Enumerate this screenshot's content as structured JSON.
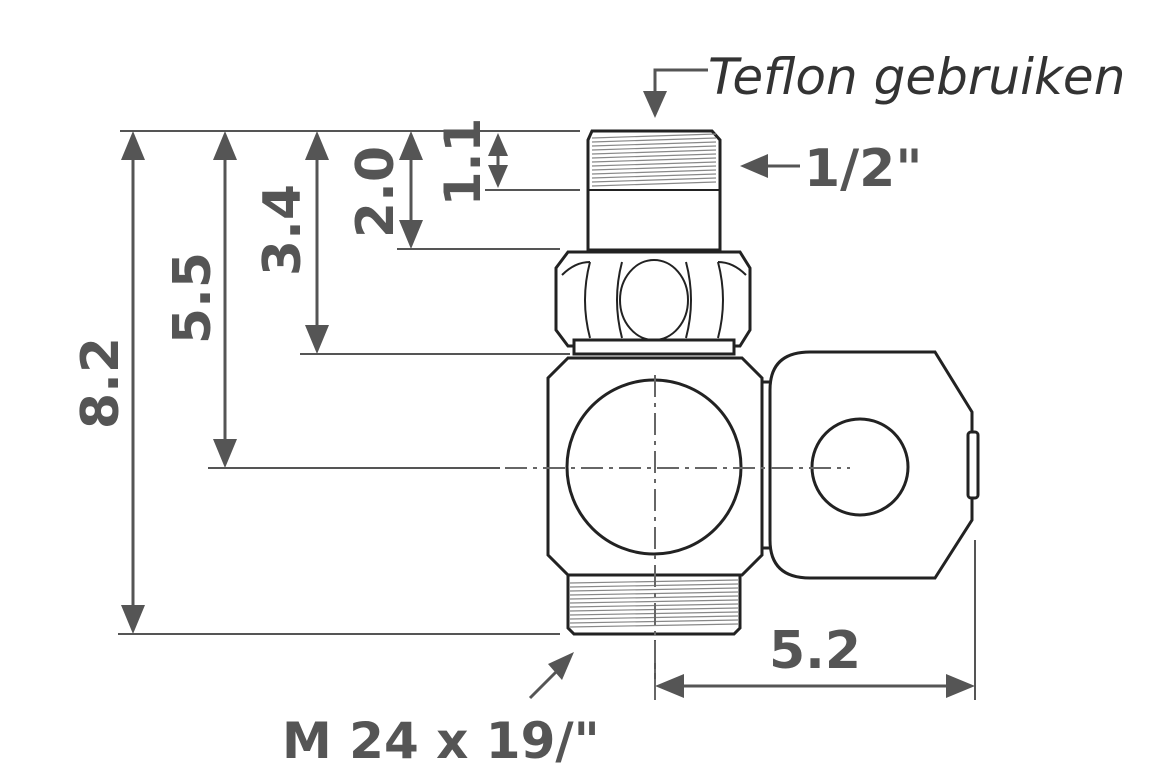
{
  "notes": {
    "teflon": "Teflon gebruiken",
    "thread_top": "1/2\"",
    "thread_bottom": "M 24 x 19/\""
  },
  "dimensions": {
    "total_height": "8.2",
    "to_center": "5.5",
    "to_nut": "3.4",
    "to_body_top": "2.0",
    "thread_length": "1.1",
    "side_offset": "5.2"
  }
}
